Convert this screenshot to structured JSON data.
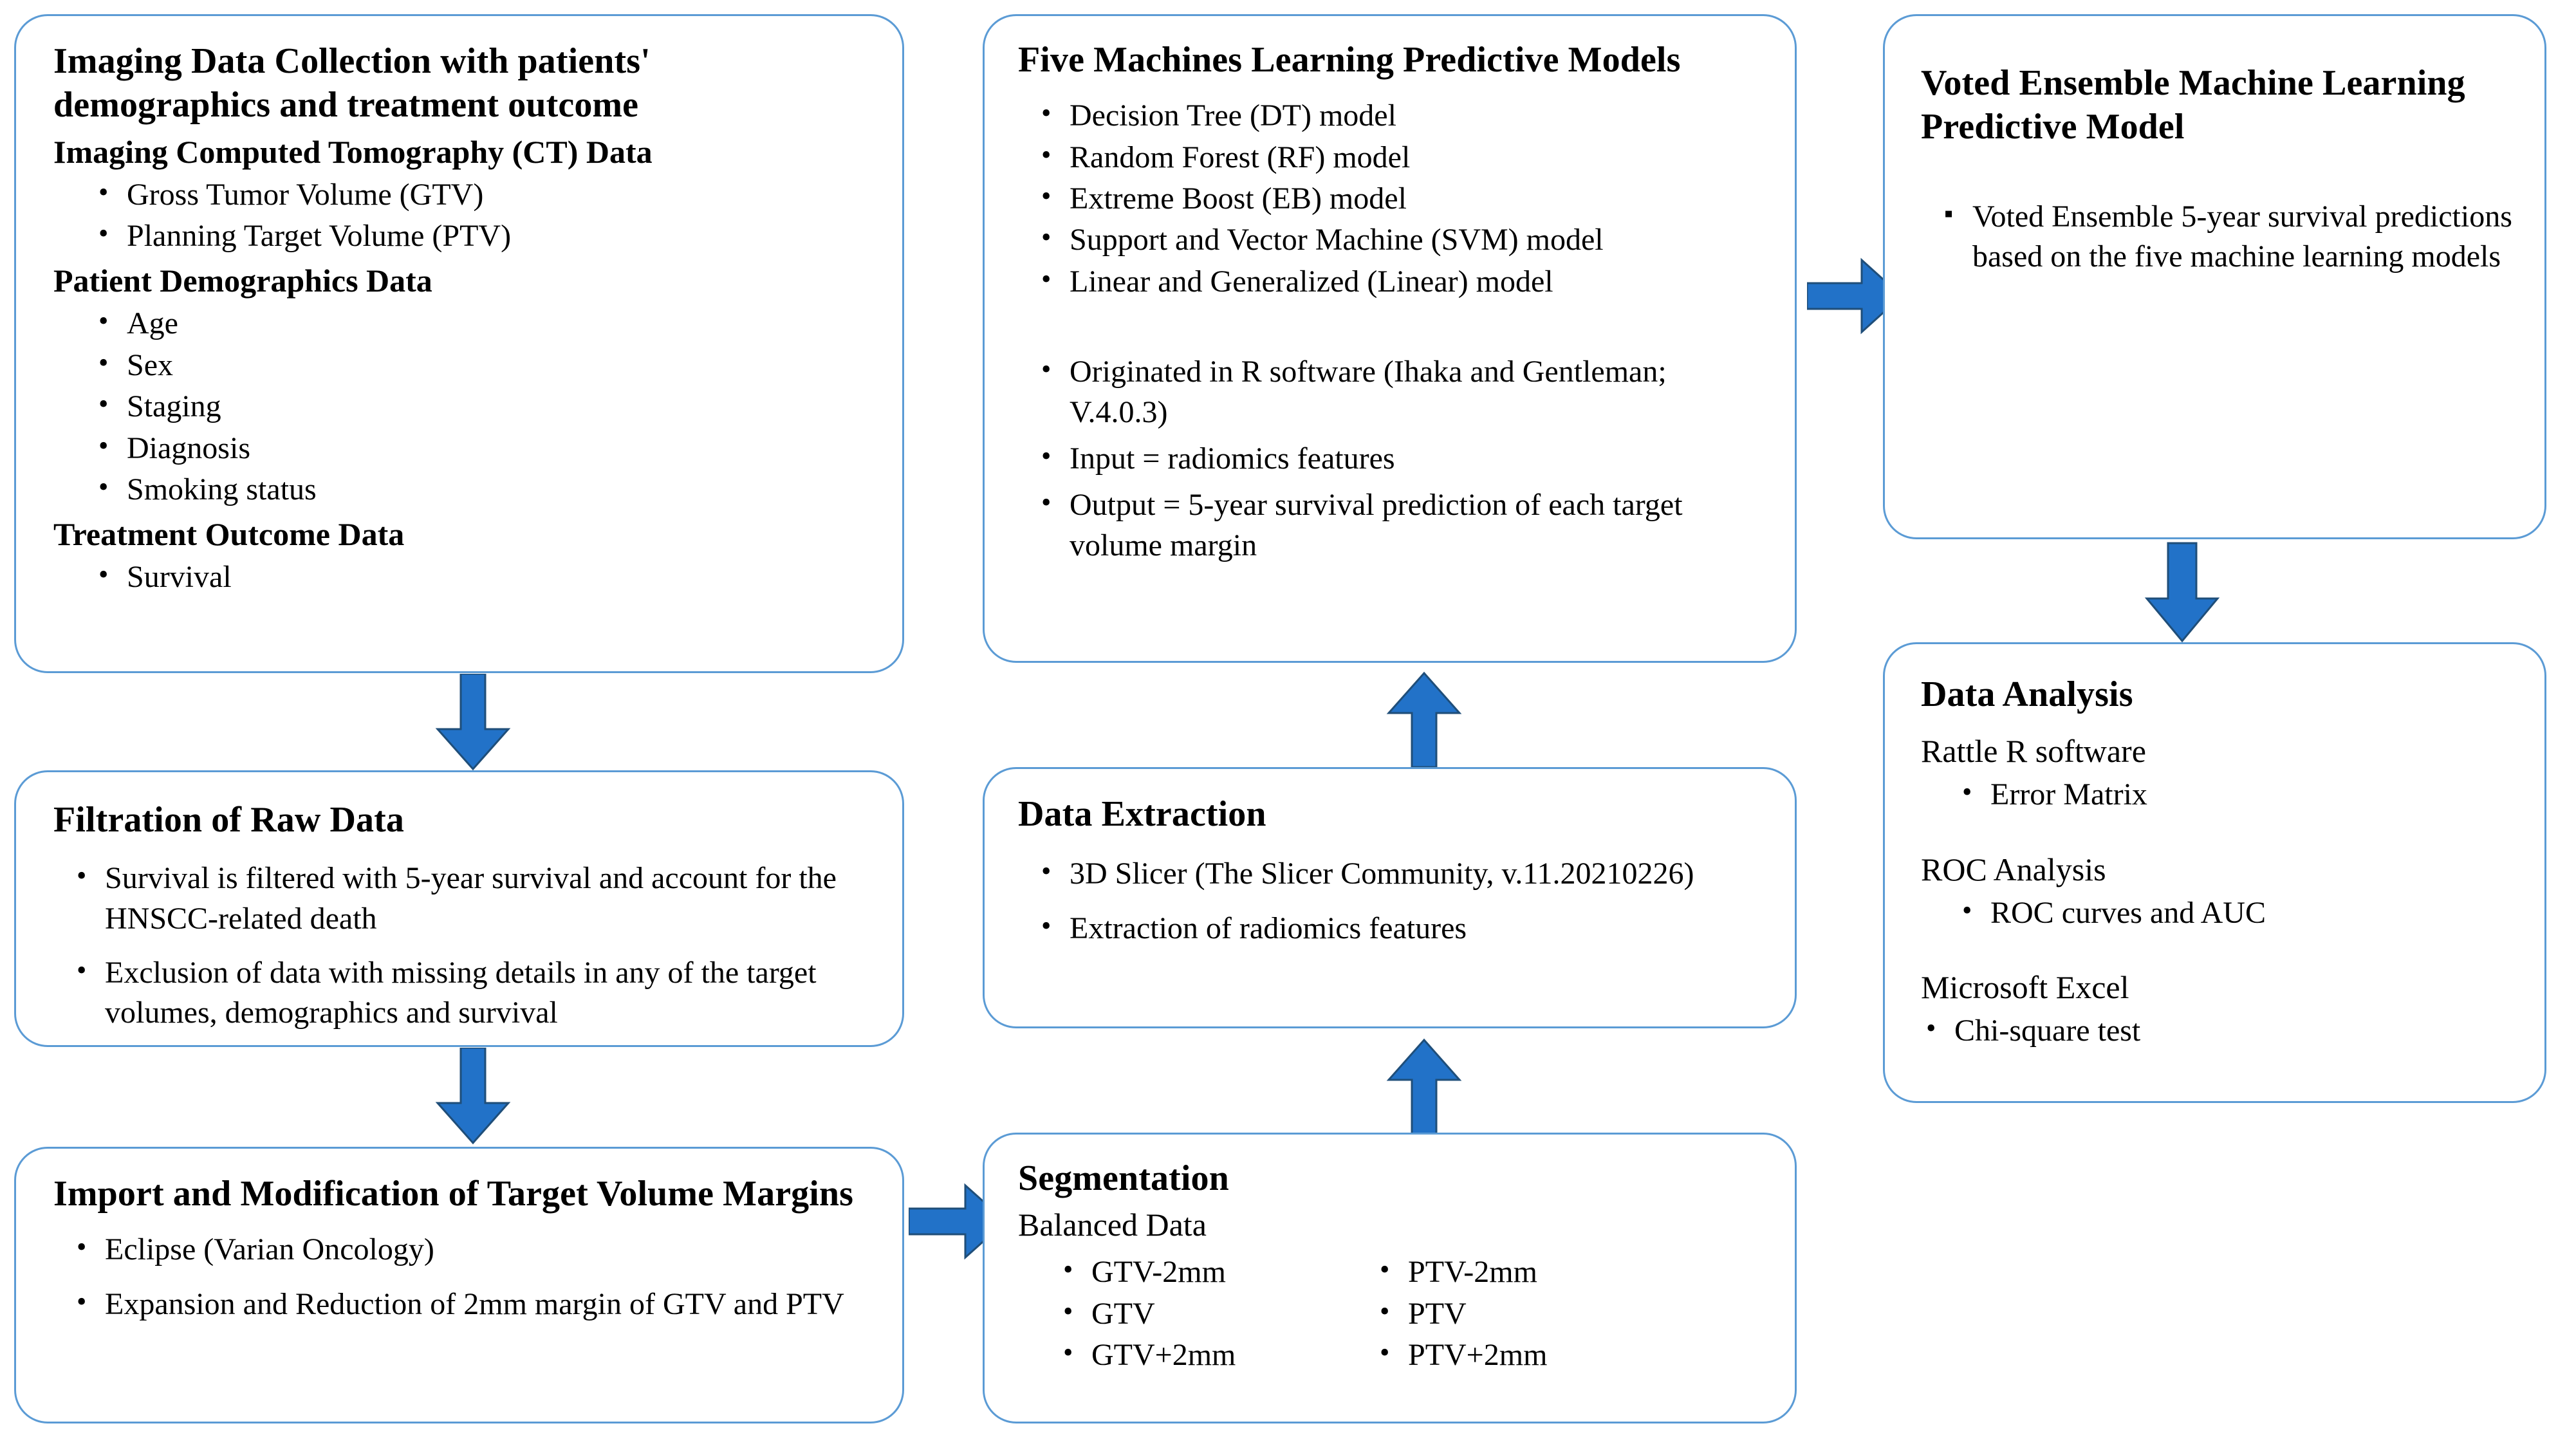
{
  "colors": {
    "box_border": "#5B9BD5",
    "arrow_fill": "#2272C8",
    "arrow_stroke": "#1F4E79",
    "background": "#FFFFFF",
    "text": "#000000"
  },
  "boxes": {
    "imaging_data_collection": {
      "title": "Imaging Data Collection with patients' demographics and treatment outcome",
      "section_ct": "Imaging Computed Tomography (CT) Data",
      "ct_items": [
        "Gross Tumor Volume (GTV)",
        "Planning  Target Volume (PTV)"
      ],
      "section_demographics": "Patient Demographics Data",
      "demographics_items": [
        "Age",
        "Sex",
        "Staging",
        "Diagnosis",
        "Smoking status"
      ],
      "section_outcome": "Treatment Outcome Data",
      "outcome_items": [
        "Survival"
      ]
    },
    "filtration": {
      "title": "Filtration  of Raw Data",
      "items": [
        "Survival is filtered with 5-year survival and account for the HNSCC-related death",
        "Exclusion of data with missing details in any of the target volumes, demographics and survival"
      ]
    },
    "import_modification": {
      "title": "Import  and Modification  of Target Volume Margins",
      "items": [
        "Eclipse (Varian Oncology)",
        "Expansion and Reduction of 2mm margin of GTV and PTV"
      ]
    },
    "five_models": {
      "title": "Five Machines  Learning  Predictive Models",
      "models": [
        "Decision Tree (DT) model",
        "Random Forest (RF) model",
        "Extreme  Boost (EB) model",
        "Support and Vector Machine  (SVM) model",
        "Linear and Generalized  (Linear)  model"
      ],
      "notes": [
        "Originated in R software (Ihaka and Gentleman; V.4.0.3)",
        "Input = radiomics features",
        "Output = 5-year survival  prediction of each target volume margin"
      ]
    },
    "data_extraction": {
      "title": "Data Extraction",
      "items": [
        "3D Slicer (The Slicer Community, v.11.20210226)",
        "Extraction of radiomics  features"
      ]
    },
    "segmentation": {
      "title": "Segmentation",
      "subtitle": "Balanced Data",
      "left_items": [
        "GTV-2mm",
        "GTV",
        "GTV+2mm"
      ],
      "right_items": [
        "PTV-2mm",
        "PTV",
        "PTV+2mm"
      ]
    },
    "voted_ensemble": {
      "title": "Voted Ensemble Machine Learning Predictive Model",
      "items": [
        "Voted Ensemble 5-year survival predictions based on the five machine learning models"
      ]
    },
    "data_analysis": {
      "title": "Data Analysis",
      "groups": [
        {
          "heading": "Rattle R software",
          "items": [
            "Error Matrix"
          ]
        },
        {
          "heading": "ROC Analysis",
          "items": [
            "ROC curves and AUC"
          ]
        },
        {
          "heading": "Microsoft Excel",
          "items": [
            "Chi-square test"
          ]
        }
      ]
    }
  },
  "arrows": [
    {
      "name": "arrow-collection-to-filtration",
      "direction": "down"
    },
    {
      "name": "arrow-filtration-to-import",
      "direction": "down"
    },
    {
      "name": "arrow-import-to-segmentation",
      "direction": "right"
    },
    {
      "name": "arrow-segmentation-to-extraction",
      "direction": "up"
    },
    {
      "name": "arrow-extraction-to-models",
      "direction": "up"
    },
    {
      "name": "arrow-models-to-ensemble",
      "direction": "right"
    },
    {
      "name": "arrow-ensemble-to-analysis",
      "direction": "down"
    }
  ]
}
